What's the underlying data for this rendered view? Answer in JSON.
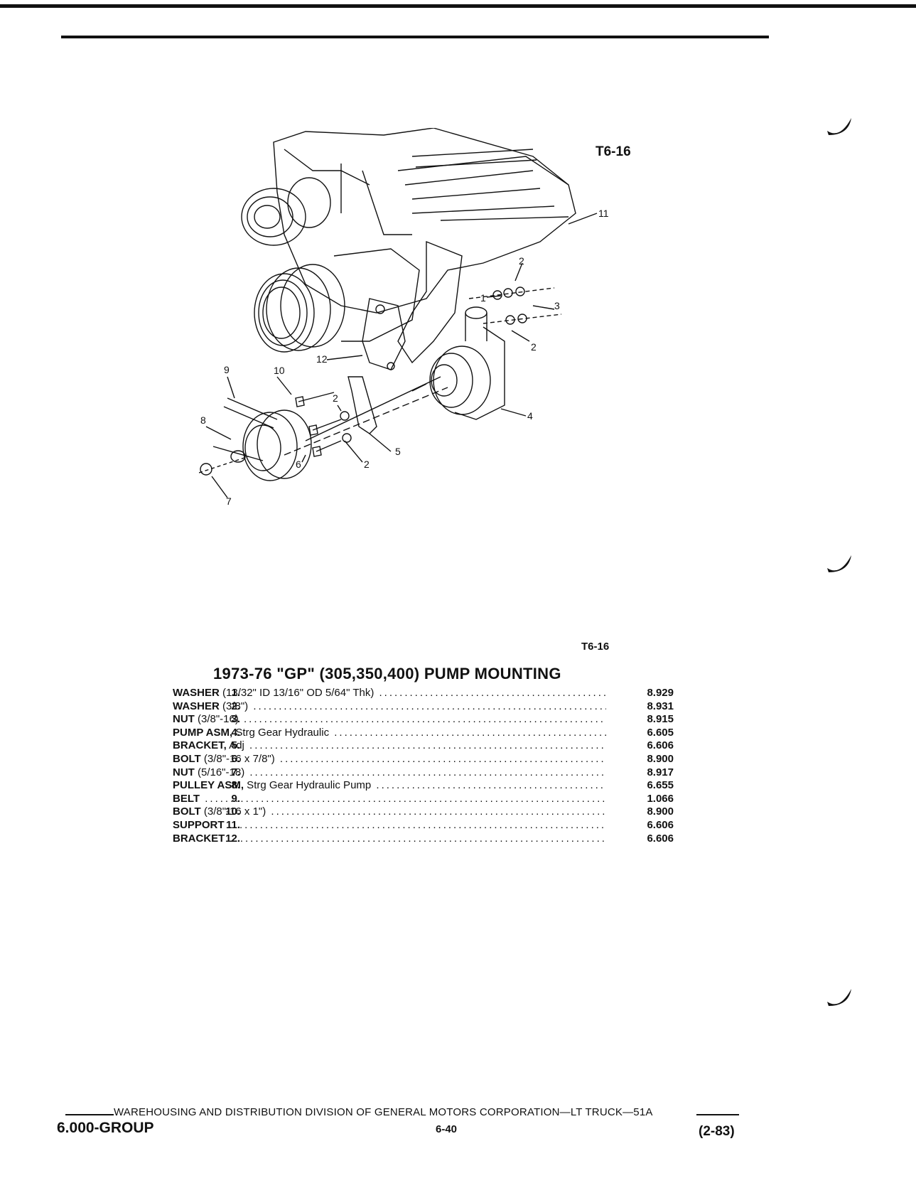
{
  "figure": {
    "code_top": "T6-16",
    "code_bottom": "T6-16",
    "callouts": [
      "1",
      "2",
      "3",
      "4",
      "5",
      "6",
      "7",
      "8",
      "9",
      "10",
      "11",
      "12",
      "2",
      "2",
      "2"
    ]
  },
  "parts": {
    "title": "1973-76 \"GP\" (305,350,400) PUMP MOUNTING",
    "items": [
      {
        "num": "1.",
        "name": "WASHER",
        "spec": " (13/32\" ID 13/16\" OD 5/64\" Thk)",
        "code": "8.929"
      },
      {
        "num": "2.",
        "name": "WASHER",
        "spec": " (3/8\")",
        "code": "8.931"
      },
      {
        "num": "3.",
        "name": "NUT",
        "spec": " (3/8\"-16)",
        "code": "8.915"
      },
      {
        "num": "4.",
        "name": "PUMP ASM,",
        "spec": " Strg Gear Hydraulic",
        "code": "6.605"
      },
      {
        "num": "5.",
        "name": "BRACKET,",
        "spec": " Adj",
        "code": "6.606"
      },
      {
        "num": "6.",
        "name": "BOLT",
        "spec": " (3/8\"-16 x 7/8\")",
        "code": "8.900"
      },
      {
        "num": "7.",
        "name": "NUT",
        "spec": " (5/16\"-18)",
        "code": "8.917"
      },
      {
        "num": "8.",
        "name": "PULLEY ASM,",
        "spec": " Strg Gear Hydraulic Pump",
        "code": "6.655"
      },
      {
        "num": "9.",
        "name": "BELT",
        "spec": "",
        "code": "1.066"
      },
      {
        "num": "10.",
        "name": "BOLT",
        "spec": " (3/8\"-16 x 1\")",
        "code": "8.900"
      },
      {
        "num": "11.",
        "name": "SUPPORT",
        "spec": "",
        "code": "6.606"
      },
      {
        "num": "12.",
        "name": "BRACKET",
        "spec": "",
        "code": "6.606"
      }
    ]
  },
  "footer": {
    "division": "WAREHOUSING AND DISTRIBUTION  DIVISION OF GENERAL MOTORS CORPORATION—LT TRUCK—51A",
    "group": "6.000-GROUP",
    "page": "6-40",
    "revision": "(2-83)"
  }
}
